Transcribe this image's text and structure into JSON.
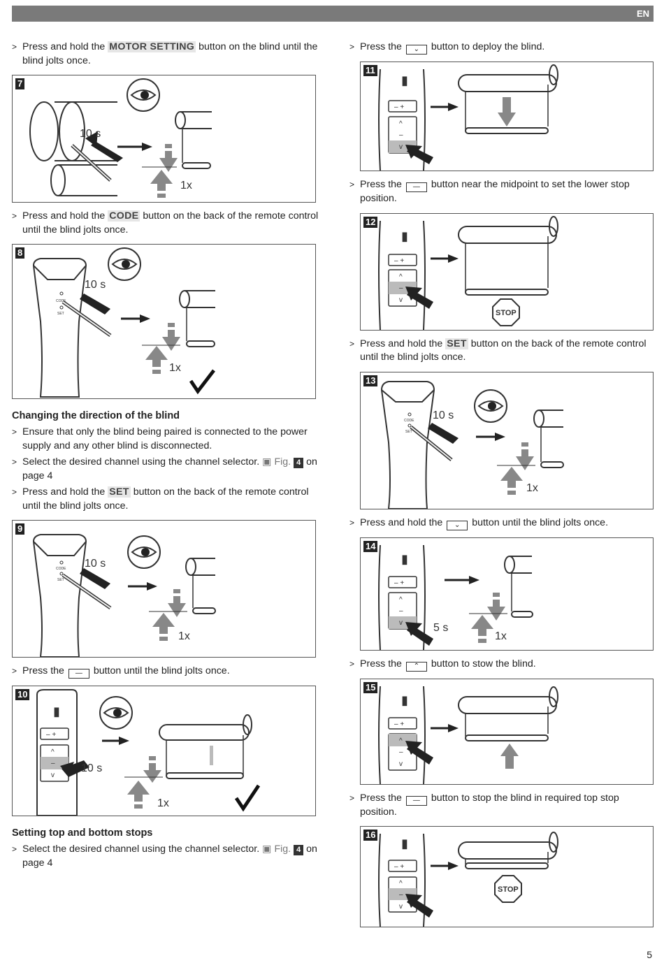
{
  "header": {
    "lang": "EN"
  },
  "left": {
    "step1": {
      "a": "Press and hold the ",
      "kw": "MOTOR SETTING",
      "b": " button on the blind until the blind jolts once."
    },
    "fig7": {
      "num": "7",
      "time": "10 s",
      "count": "1x"
    },
    "step2": {
      "a": "Press and hold the ",
      "kw": "CODE",
      "b": " button on the back of the remote control until the blind jolts once."
    },
    "fig8": {
      "num": "8",
      "time": "10 s",
      "count": "1x",
      "label_code": "CODE",
      "label_set": "SET"
    },
    "heading1": "Changing the direction of the blind",
    "step3": "Ensure that only the blind being paired is connected to the power supply and any other blind is disconnected.",
    "step4": {
      "a": "Select the desired channel using the channel selector. ",
      "fig": "Fig.",
      "fignum": "4",
      "b": " on page 4"
    },
    "step5": {
      "a": "Press and hold the ",
      "kw": "SET",
      "b": " button on the back of the remote control until the blind jolts once."
    },
    "fig9": {
      "num": "9",
      "time": "10 s",
      "count": "1x",
      "label_code": "CODE",
      "label_set": "SET"
    },
    "step6": {
      "a": "Press the ",
      "b": " button until the blind jolts once."
    },
    "fig10": {
      "num": "10",
      "time": "10 s",
      "count": "1x"
    },
    "heading2": "Setting top and bottom stops",
    "step7": {
      "a": "Select the desired channel using the channel selector. ",
      "fig": "Fig.",
      "fignum": "4",
      "b": " on page 4"
    }
  },
  "right": {
    "step1": {
      "a": "Press the ",
      "b": " button to deploy the blind."
    },
    "fig11": {
      "num": "11"
    },
    "step2": {
      "a": "Press the ",
      "b": " button near the midpoint to set the lower stop position."
    },
    "fig12": {
      "num": "12",
      "stop": "STOP"
    },
    "step3": {
      "a": "Press and hold the ",
      "kw": "SET",
      "b": " button on the back of the remote control until the blind jolts once."
    },
    "fig13": {
      "num": "13",
      "time": "10 s",
      "count": "1x",
      "label_code": "CODE",
      "label_set": "SET"
    },
    "step4": {
      "a": "Press and hold the ",
      "b": " button until the blind jolts once."
    },
    "fig14": {
      "num": "14",
      "time": "5 s",
      "count": "1x"
    },
    "step5": {
      "a": "Press the ",
      "b": " button to stow the blind."
    },
    "fig15": {
      "num": "15"
    },
    "step6": {
      "a": "Press the ",
      "b": " button to stop the blind in required top stop position."
    },
    "fig16": {
      "num": "16",
      "stop": "STOP"
    }
  },
  "page_number": "5"
}
